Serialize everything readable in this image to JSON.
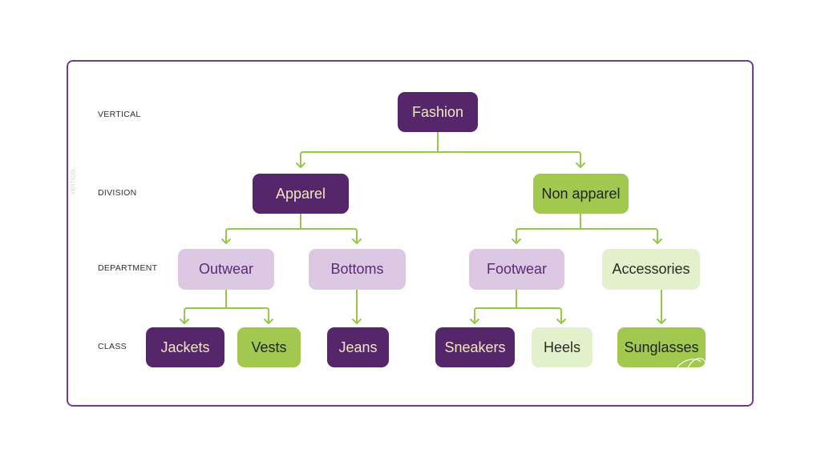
{
  "diagram": {
    "title": "Fashion product hierarchy",
    "levels": [
      {
        "id": "vertical",
        "label": "VERTICAL"
      },
      {
        "id": "division",
        "label": "DIVISION"
      },
      {
        "id": "department",
        "label": "DEPARTMENT"
      },
      {
        "id": "class",
        "label": "CLASS"
      }
    ],
    "watermark": "VERTICOL",
    "colors": {
      "frame": "#6f3d8e",
      "connector": "#95c94a",
      "dark_fill": "#55266a",
      "dark_text": "#f3e6c2",
      "green_fill": "#a2c84f",
      "lilac_fill": "#dcc8e2",
      "lilac_text": "#5a2a73",
      "pale_fill": "#e2f0cc"
    },
    "nodes": {
      "fashion": {
        "label": "Fashion",
        "level": "vertical",
        "style": "dark"
      },
      "apparel": {
        "label": "Apparel",
        "level": "division",
        "style": "dark",
        "parent": "fashion"
      },
      "non_apparel": {
        "label": "Non apparel",
        "level": "division",
        "style": "green",
        "parent": "fashion"
      },
      "outwear": {
        "label": "Outwear",
        "level": "department",
        "style": "lilac",
        "parent": "apparel"
      },
      "bottoms": {
        "label": "Bottoms",
        "level": "department",
        "style": "lilac",
        "parent": "apparel"
      },
      "footwear": {
        "label": "Footwear",
        "level": "department",
        "style": "lilac",
        "parent": "non_apparel"
      },
      "accessories": {
        "label": "Accessories",
        "level": "department",
        "style": "pale",
        "parent": "non_apparel"
      },
      "jackets": {
        "label": "Jackets",
        "level": "class",
        "style": "dark",
        "parent": "outwear"
      },
      "vests": {
        "label": "Vests",
        "level": "class",
        "style": "green",
        "parent": "outwear"
      },
      "jeans": {
        "label": "Jeans",
        "level": "class",
        "style": "dark",
        "parent": "bottoms"
      },
      "sneakers": {
        "label": "Sneakers",
        "level": "class",
        "style": "dark",
        "parent": "footwear"
      },
      "heels": {
        "label": "Heels",
        "level": "class",
        "style": "pale",
        "parent": "footwear"
      },
      "sunglasses": {
        "label": "Sunglasses",
        "level": "class",
        "style": "green",
        "parent": "accessories"
      }
    }
  }
}
